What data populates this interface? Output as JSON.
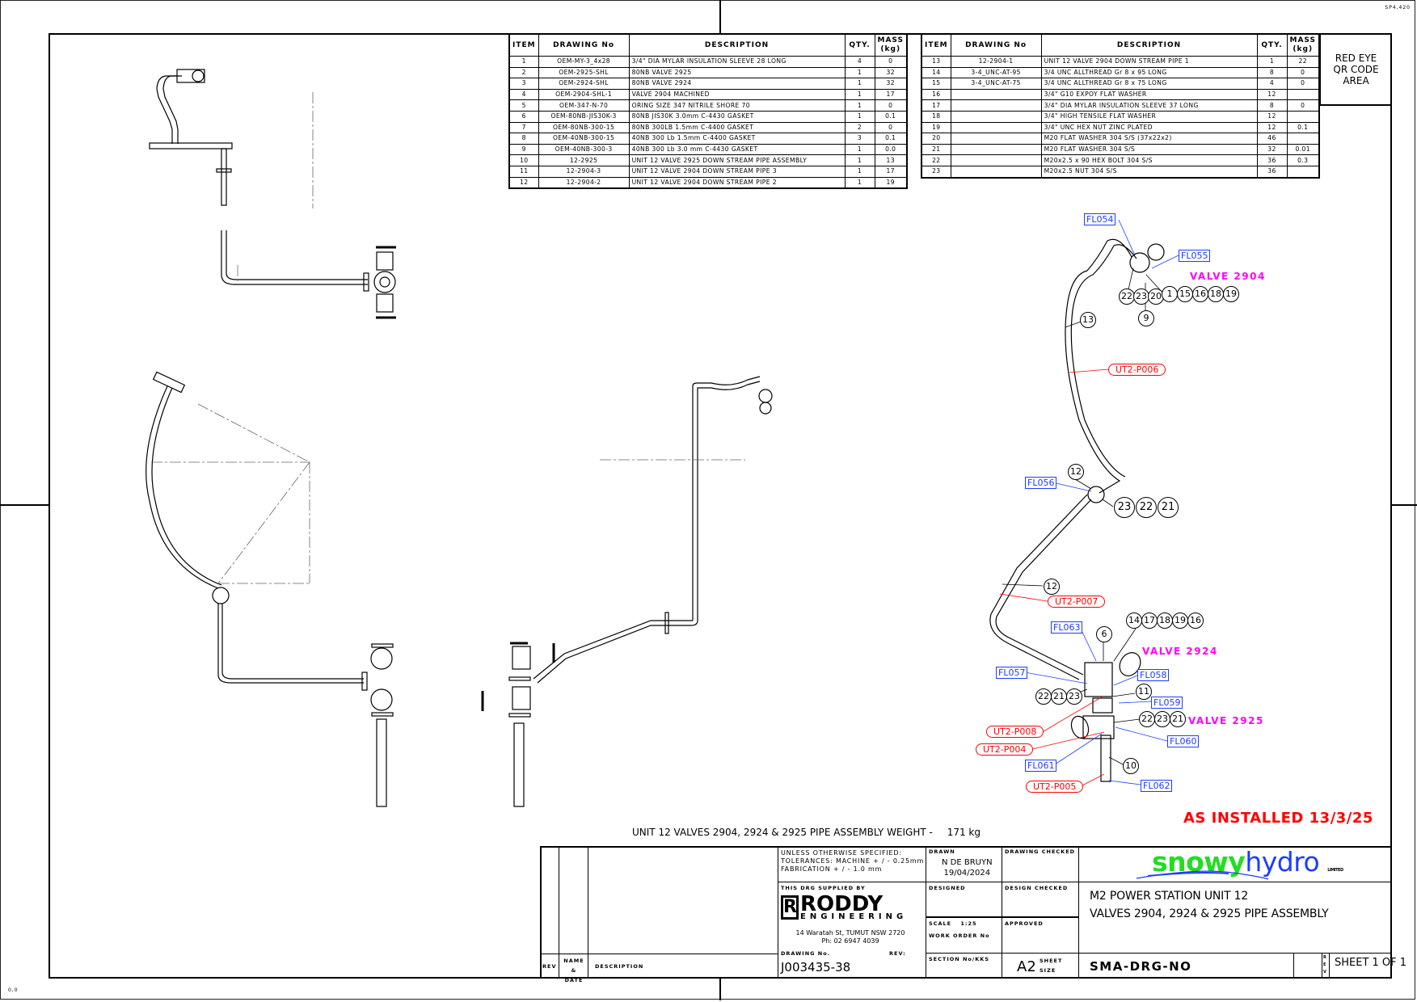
{
  "sheet": {
    "corner_top_right": "SP4,420",
    "corner_bottom_left": "0,0"
  },
  "bom_left": {
    "headers": {
      "item": "ITEM",
      "drawing_no": "DRAWING No",
      "description": "DESCRIPTION",
      "qty": "QTY.",
      "mass": "MASS (kg)"
    },
    "rows": [
      {
        "item": "1",
        "drawing_no": "OEM-MY-3_4x28",
        "description": "3/4\" DIA MYLAR INSULATION SLEEVE 28 LONG",
        "qty": "4",
        "mass": "0"
      },
      {
        "item": "2",
        "drawing_no": "OEM-2925-SHL",
        "description": "80NB VALVE 2925",
        "qty": "1",
        "mass": "32"
      },
      {
        "item": "3",
        "drawing_no": "OEM-2924-SHL",
        "description": "80NB VALVE 2924",
        "qty": "1",
        "mass": "32"
      },
      {
        "item": "4",
        "drawing_no": "OEM-2904-SHL-1",
        "description": "VALVE 2904 MACHINED",
        "qty": "1",
        "mass": "17"
      },
      {
        "item": "5",
        "drawing_no": "OEM-347-N-70",
        "description": "ORING SIZE 347 NITRILE SHORE 70",
        "qty": "1",
        "mass": "0"
      },
      {
        "item": "6",
        "drawing_no": "OEM-80NB-JIS30K-3",
        "description": "80NB JIS30K 3.0mm C-4430 GASKET",
        "qty": "1",
        "mass": "0.1"
      },
      {
        "item": "7",
        "drawing_no": "OEM-80NB-300-15",
        "description": "80NB 300LB 1.5mm C-4400 GASKET",
        "qty": "2",
        "mass": "0"
      },
      {
        "item": "8",
        "drawing_no": "OEM-40NB-300-15",
        "description": "40NB 300 Lb 1.5mm C-4400 GASKET",
        "qty": "3",
        "mass": "0.1"
      },
      {
        "item": "9",
        "drawing_no": "OEM-40NB-300-3",
        "description": "40NB 300 Lb 3.0 mm C-4430 GASKET",
        "qty": "1",
        "mass": "0.0"
      },
      {
        "item": "10",
        "drawing_no": "12-2925",
        "description": "UNIT 12 VALVE 2925 DOWN STREAM PIPE ASSEMBLY",
        "qty": "1",
        "mass": "13"
      },
      {
        "item": "11",
        "drawing_no": "12-2904-3",
        "description": "UNIT 12 VALVE 2904 DOWN STREAM PIPE 3",
        "qty": "1",
        "mass": "17"
      },
      {
        "item": "12",
        "drawing_no": "12-2904-2",
        "description": "UNIT 12 VALVE 2904 DOWN STREAM PIPE 2",
        "qty": "1",
        "mass": "19"
      }
    ]
  },
  "bom_right": {
    "headers": {
      "item": "ITEM",
      "drawing_no": "DRAWING No",
      "description": "DESCRIPTION",
      "qty": "QTY.",
      "mass": "MASS (kg)"
    },
    "rows": [
      {
        "item": "13",
        "drawing_no": "12-2904-1",
        "description": "UNIT 12 VALVE 2904 DOWN STREAM PIPE 1",
        "qty": "1",
        "mass": "22"
      },
      {
        "item": "14",
        "drawing_no": "3-4_UNC-AT-95",
        "description": "3/4 UNC ALLTHREAD Gr 8 x 95 LONG",
        "qty": "8",
        "mass": "0"
      },
      {
        "item": "15",
        "drawing_no": "3-4_UNC-AT-75",
        "description": "3/4 UNC ALLTHREAD Gr 8 x 75 LONG",
        "qty": "4",
        "mass": "0"
      },
      {
        "item": "16",
        "drawing_no": "",
        "description": "3/4\" G10 EXPOY FLAT WASHER",
        "qty": "12",
        "mass": ""
      },
      {
        "item": "17",
        "drawing_no": "",
        "description": "3/4\" DIA MYLAR INSULATION SLEEVE 37 LONG",
        "qty": "8",
        "mass": "0"
      },
      {
        "item": "18",
        "drawing_no": "",
        "description": "3/4\" HIGH TENSILE FLAT WASHER",
        "qty": "12",
        "mass": ""
      },
      {
        "item": "19",
        "drawing_no": "",
        "description": "3/4\" UNC HEX NUT ZINC PLATED",
        "qty": "12",
        "mass": "0.1"
      },
      {
        "item": "20",
        "drawing_no": "",
        "description": "M20 FLAT WASHER 304 S/S (37x22x2)",
        "qty": "46",
        "mass": ""
      },
      {
        "item": "21",
        "drawing_no": "",
        "description": "M20 FLAT WASHER 304 S/S",
        "qty": "32",
        "mass": "0.01"
      },
      {
        "item": "22",
        "drawing_no": "",
        "description": "M20x2.5 x 90 HEX BOLT 304 S/S",
        "qty": "36",
        "mass": "0.3"
      },
      {
        "item": "23",
        "drawing_no": "",
        "description": "M20x2.5 NUT 304 S/S",
        "qty": "36",
        "mass": ""
      }
    ]
  },
  "qr_area": {
    "line1": "RED EYE",
    "line2": "QR CODE",
    "line3": "AREA"
  },
  "annotations": {
    "valve_labels": [
      "VALVE 2904",
      "VALVE 2924",
      "VALVE 2925"
    ],
    "flange_tags": [
      "FL054",
      "FL055",
      "FL056",
      "FL057",
      "FL058",
      "FL059",
      "FL060",
      "FL061",
      "FL062",
      "FL063"
    ],
    "ut_tags": [
      "UT2-P006",
      "UT2-P007",
      "UT2-P008",
      "UT2-P004",
      "UT2-P005"
    ],
    "as_installed": "AS INSTALLED 13/3/25",
    "assembly_weight": "UNIT 12 VALVES 2904, 2924 & 2925 PIPE ASSEMBLY WEIGHT -",
    "assembly_weight_value": "171 kg",
    "balloons": {
      "v2904_left": [
        "22",
        "23",
        "20"
      ],
      "v2904_right": [
        "1",
        "15",
        "16",
        "18",
        "19"
      ],
      "v2904_gasket": "9",
      "pipe13": "13",
      "fl056_top": "12",
      "fl056_right": [
        "23",
        "22",
        "21"
      ],
      "pipe12": "12",
      "v2924_top": "6",
      "v2924_bolts": [
        "14",
        "17",
        "18",
        "19",
        "16"
      ],
      "v2924_left": [
        "22",
        "21",
        "23"
      ],
      "v2924_pipe": "11",
      "v2925_right": [
        "22",
        "23",
        "21"
      ],
      "pipe10": "10"
    }
  },
  "title_block": {
    "rev_label": "REV",
    "name_date_label": "NAME & DATE",
    "description_label": "DESCRIPTION",
    "tolerance_line1": "UNLESS OTHERWISE SPECIFIED:",
    "tolerance_line2": "TOLERANCES: MACHINE + / - 0.25mm",
    "tolerance_line3": "FABRICATION + / - 1.0 mm",
    "supplied_by_label": "THIS DRG SUPPLIED BY",
    "supplier_name": "RODDY",
    "supplier_sub": "ENGINEERING",
    "supplier_address": "14 Waratah St, TUMUT NSW 2720",
    "supplier_phone": "Ph: 02 6947 4039",
    "drawing_no_label": "DRAWING No.",
    "rev_field_label": "REV:",
    "drawing_no": "J003435-38",
    "drawn_label": "DRAWN",
    "drawn_by": "N DE BRUYN",
    "drawn_date": "19/04/2024",
    "drawing_checked_label": "DRAWING CHECKED",
    "designed_label": "DESIGNED",
    "design_checked_label": "DESIGN CHECKED",
    "scale_label": "SCALE",
    "scale_value": "1:25",
    "work_order_label": "WORK ORDER No",
    "approved_label": "APPROVED",
    "section_label": "SECTION No/KKS",
    "sheet_size": "A2",
    "sheet_size_label": "SHEET SIZE",
    "logo_green": "snowy",
    "logo_blue": "hydro",
    "logo_small": "LIMITED",
    "title_line1": "M2 POWER STATION UNIT 12",
    "title_line2": "VALVES 2904, 2924 & 2925 PIPE ASSEMBLY",
    "doc_number": "SMA-DRG-NO",
    "rev_vertical": "REV",
    "sheet_of": "SHEET 1 OF 1"
  },
  "colors": {
    "flange_tag": "#1e3cff",
    "ut_tag": "#ff0000",
    "valve_label": "#ff00ff",
    "as_installed": "#ff0000",
    "logo_green": "#22dd22",
    "logo_blue": "#1e3cff"
  }
}
